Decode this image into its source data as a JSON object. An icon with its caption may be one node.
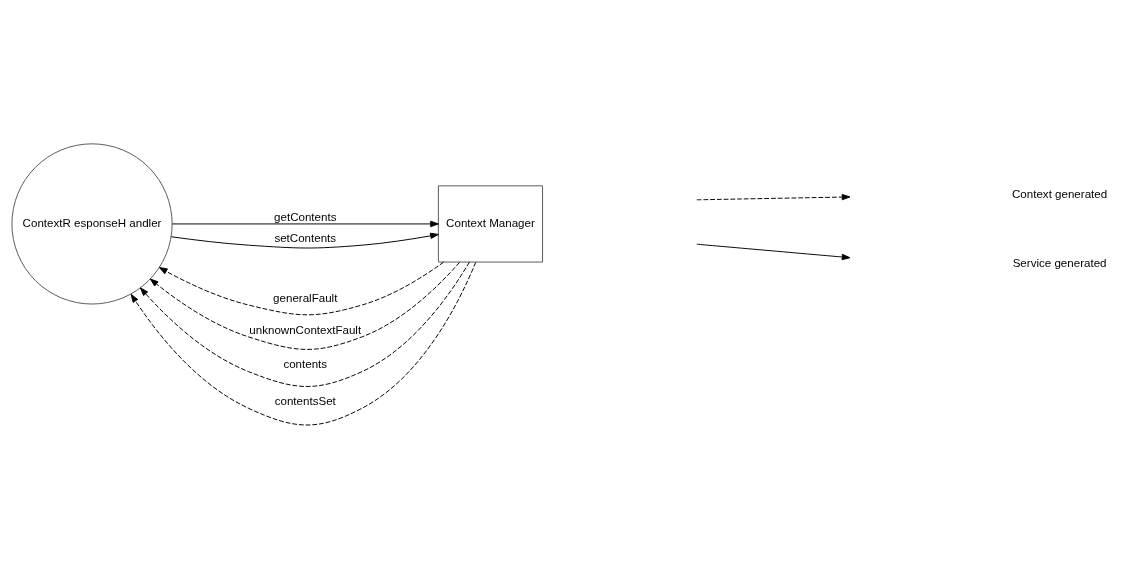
{
  "diagram": {
    "nodes": [
      {
        "text": [
          "ContextR esponseH andler"
        ]
      },
      {
        "text": [
          "Context Manager"
        ]
      }
    ],
    "edges": [
      {
        "from": 1,
        "to": 0,
        "arrow": "to",
        "label": "generalFault",
        "style": "dashed"
      },
      {
        "from": 1,
        "to": 0,
        "arrow": "to",
        "label": "unknownContextFault",
        "style": "dashed"
      },
      {
        "from": 0,
        "to": 1,
        "arrow": "to",
        "label": "getContents"
      },
      {
        "from": 1,
        "to": 0,
        "arrow": "to",
        "label": "contents",
        "style": "dashed"
      },
      {
        "from": 0,
        "to": 1,
        "arrow": "to",
        "label": "setContents"
      },
      {
        "from": 1,
        "to": 0,
        "arrow": "to",
        "label": "contentsSet",
        "style": "dashed"
      }
    ],
    "legend": [
      {
        "text": "Context generated"
      },
      {
        "text": "Service generated"
      }
    ]
  }
}
